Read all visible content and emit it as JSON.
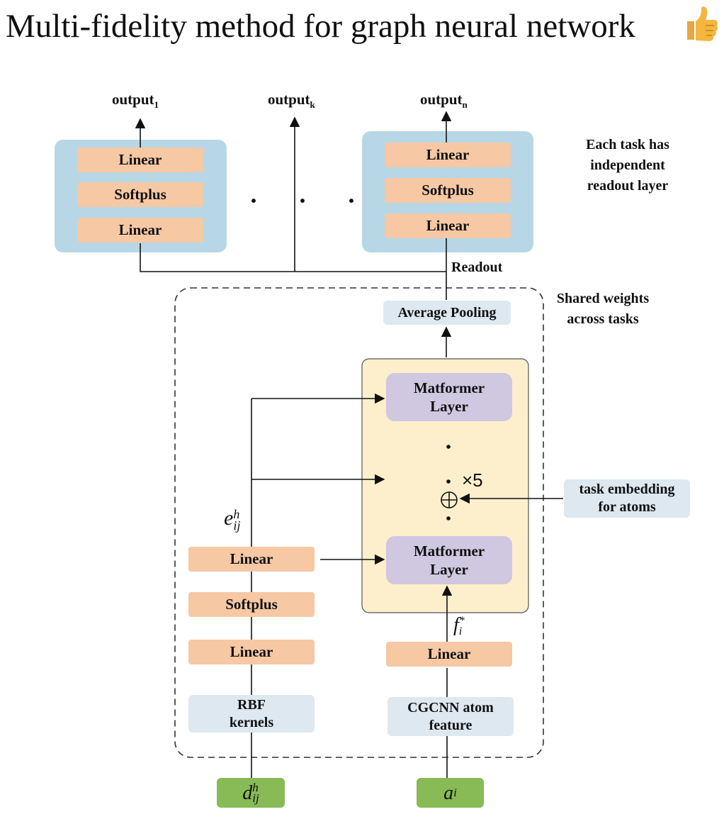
{
  "title": "Multi-fidelity method for graph neural network",
  "title_icon": "thumbs-up-icon",
  "outputs": [
    {
      "base": "output",
      "sub": "1"
    },
    {
      "base": "output",
      "sub": "k"
    },
    {
      "base": "output",
      "sub": "n"
    }
  ],
  "readout_block": {
    "top": "Linear",
    "middle": "Softplus",
    "bottom": "Linear"
  },
  "ellipsis": "· · ·",
  "readout_note": "Each task has independent readout layer",
  "readout_label": "Readout",
  "shared_note": "Shared weights across tasks",
  "average_pooling": "Average Pooling",
  "matformer_top": "Matformer Layer",
  "matformer_bottom": "Matformer Layer",
  "repeat_label": "×5",
  "task_embedding": "task embedding for atoms",
  "edge_stack": {
    "top": "Linear",
    "middle": "Softplus",
    "bottom": "Linear"
  },
  "rbf": "RBF kernels",
  "node_linear": "Linear",
  "cgcnn": "CGCNN atom feature",
  "edge_feature": {
    "base": "e",
    "sup": "h",
    "sub": "ij"
  },
  "node_feature": {
    "base": "f",
    "sup": "*",
    "sub": "i"
  },
  "edge_input": {
    "base": "d",
    "sup": "h",
    "sub": "ij"
  },
  "node_input": {
    "base": "a",
    "sub": "i"
  }
}
